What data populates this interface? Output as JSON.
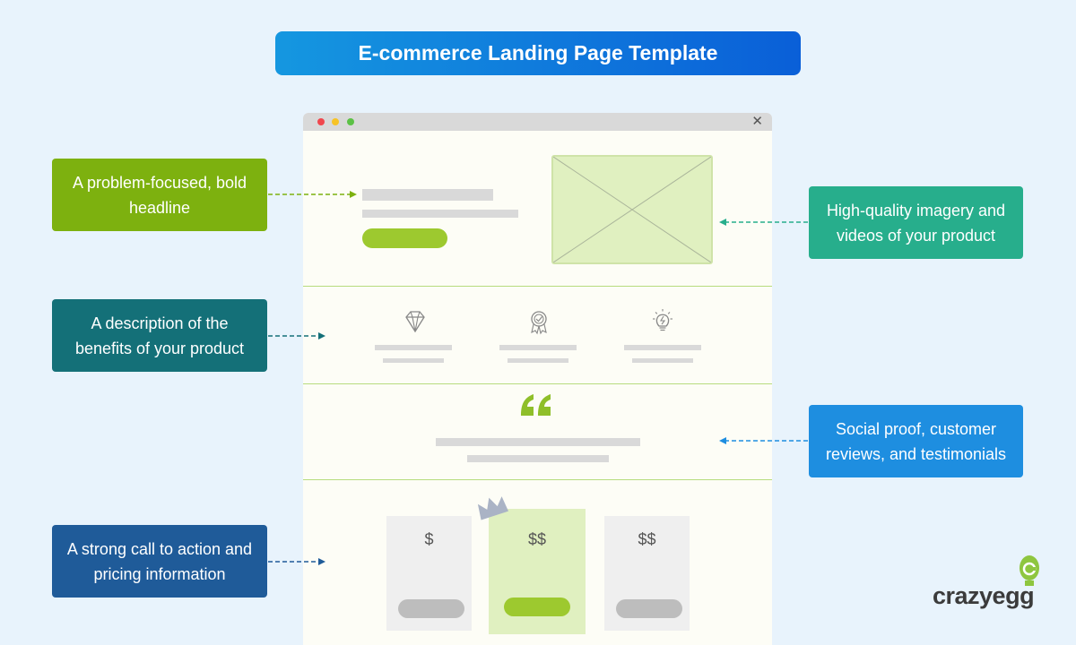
{
  "title": "E-commerce Landing Page Template",
  "callouts": {
    "headline": "A problem-focused, bold headline",
    "benefits": "A description of the benefits of your product",
    "cta": "A strong call to action and pricing information",
    "imagery": "High-quality imagery and videos of your product",
    "social": "Social proof, customer reviews, and testimonials"
  },
  "pricing": {
    "tier1": "$",
    "tier2": "$$",
    "tier3": "$$"
  },
  "browser": {
    "close_glyph": "✕"
  },
  "brand": {
    "name": "crazyegg"
  },
  "colors": {
    "accent_green": "#9dc92f",
    "callout_headline": "#7db10f",
    "callout_benefits": "#147078",
    "callout_cta": "#1f5b99",
    "callout_imagery": "#27ae8c",
    "callout_social": "#1e8ee0"
  },
  "icons": [
    "diamond-icon",
    "award-badge-icon",
    "lightbulb-icon",
    "quote-icon",
    "crown-icon"
  ]
}
